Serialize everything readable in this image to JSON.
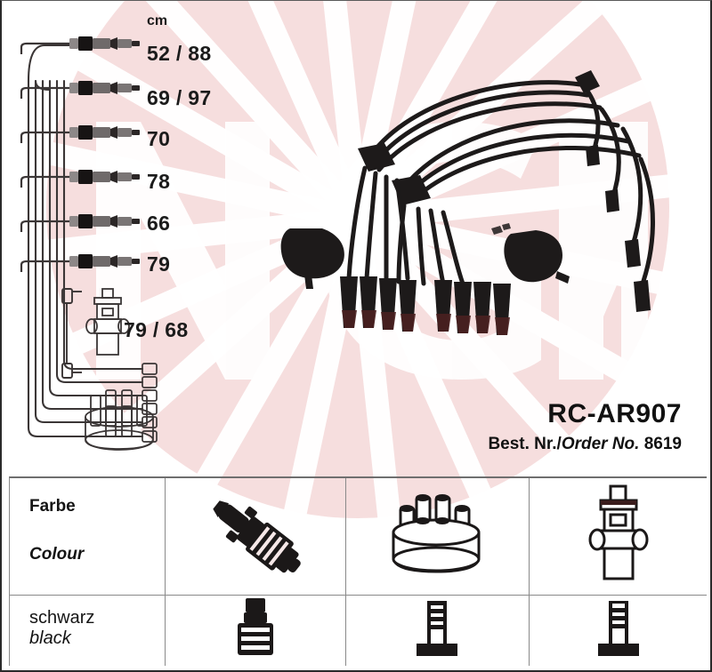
{
  "header": {
    "unit_label": "cm"
  },
  "cable_lengths": [
    {
      "value": "52 / 88",
      "icon": "cable-connector-icon"
    },
    {
      "value": "69 / 97",
      "icon": "cable-connector-icon"
    },
    {
      "value": "70",
      "icon": "cable-connector-icon"
    },
    {
      "value": "78",
      "icon": "cable-connector-icon"
    },
    {
      "value": "66",
      "icon": "cable-connector-icon"
    },
    {
      "value": "79",
      "icon": "cable-connector-icon"
    }
  ],
  "coil_lead": {
    "value": "79 / 68",
    "icon": "ignition-coil-icon"
  },
  "product": {
    "code": "RC-AR907",
    "order_prefix_de": "Best. Nr.",
    "order_separator": "/",
    "order_prefix_en": "Order No.",
    "order_number": "8619"
  },
  "spec_table": {
    "property": {
      "label_de": "Farbe",
      "label_en": "Colour"
    },
    "value": {
      "label_de": "schwarz",
      "label_en": "black"
    },
    "columns": [
      {
        "top_icon": "spark-plug-icon",
        "bottom_icon": "spark-plug-boot-icon"
      },
      {
        "top_icon": "distributor-cap-icon",
        "bottom_icon": "distributor-terminal-icon"
      },
      {
        "top_icon": "ignition-coil-icon",
        "bottom_icon": "coil-terminal-icon"
      }
    ]
  },
  "watermark": {
    "brand": "NGK",
    "circle_color": "#f6dede",
    "ray_color": "#ffffff"
  },
  "colors": {
    "background": "#ffffff",
    "text": "#1b1b1b",
    "cable_black": "#1d1a1a",
    "line_art": "#4a4444",
    "table_rule": "#8a8a8a"
  }
}
